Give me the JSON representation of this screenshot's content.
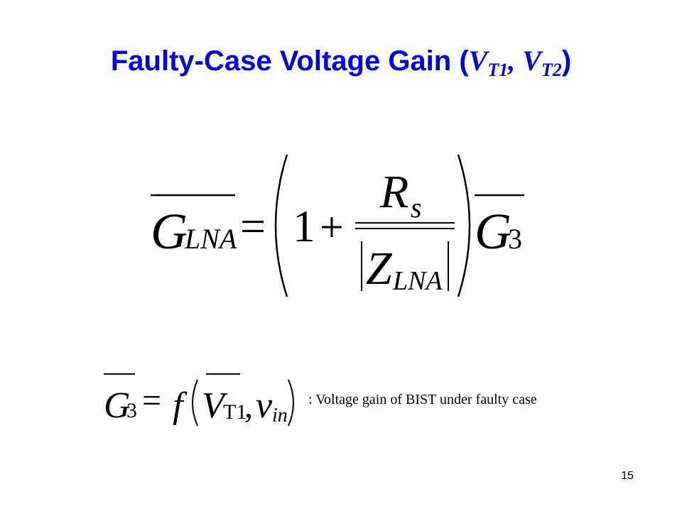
{
  "slide": {
    "title_text": "Faulty-Case Voltage Gain (",
    "title_var1": "V",
    "title_sub1": "T1",
    "title_sep": ", ",
    "title_var2": "V",
    "title_sub2": "T2",
    "title_close": ")",
    "page_number": "15"
  },
  "main_equation": {
    "lhs_symbol": "G",
    "lhs_subscript": "LNA",
    "equals": "=",
    "one": "1",
    "plus": "+",
    "numerator_symbol": "R",
    "numerator_subscript": "s",
    "denominator_symbol": "Z",
    "denominator_subscript": "LNA",
    "factor_symbol": "G",
    "factor_subscript": "3"
  },
  "definition": {
    "lhs_symbol": "G",
    "lhs_subscript": "3",
    "equals": "=",
    "function": "f",
    "arg1_symbol": "V",
    "arg1_subscript": "T1",
    "comma": ",",
    "arg2_symbol": "v",
    "arg2_subscript": "in",
    "description": ": Voltage gain of BIST under faulty case"
  }
}
